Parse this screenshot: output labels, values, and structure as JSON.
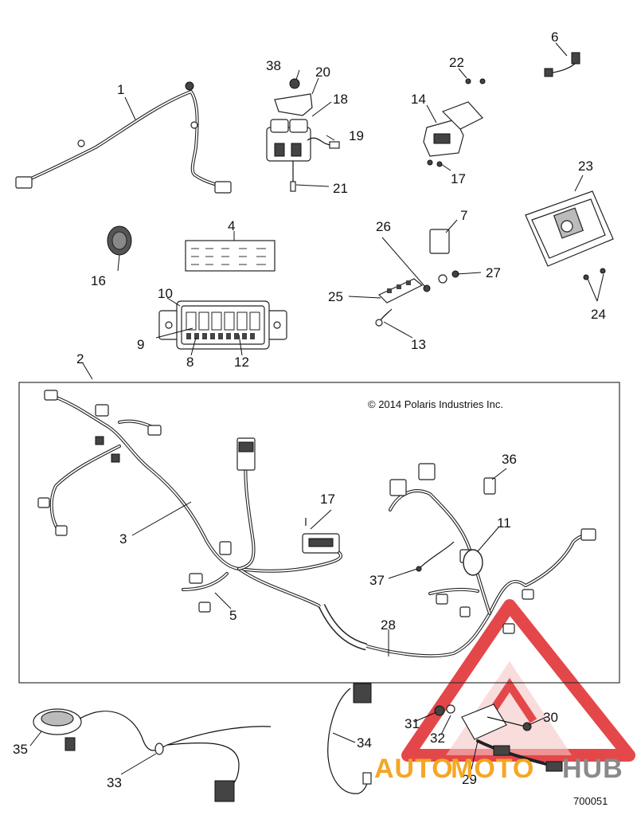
{
  "diagram": {
    "copyright": "© 2014 Polaris Industries Inc.",
    "document_number": "700051",
    "callouts": {
      "c1": "1",
      "c2": "2",
      "c3": "3",
      "c4": "4",
      "c5": "5",
      "c6": "6",
      "c7": "7",
      "c8": "8",
      "c9": "9",
      "c10": "10",
      "c11": "11",
      "c12": "12",
      "c13": "13",
      "c14": "14",
      "c16": "16",
      "c17a": "17",
      "c17b": "17",
      "c18": "18",
      "c19": "19",
      "c20": "20",
      "c21": "21",
      "c22": "22",
      "c23": "23",
      "c24": "24",
      "c25": "25",
      "c26": "26",
      "c27": "27",
      "c28": "28",
      "c29": "29",
      "c30": "30",
      "c31": "31",
      "c32": "32",
      "c33": "33",
      "c34": "34",
      "c35": "35",
      "c36": "36",
      "c37": "37",
      "c38": "38"
    }
  },
  "watermark": {
    "text_left": "AUTO",
    "text_mid": "MOTO",
    "text_right": "HUB",
    "color_red": "#e0282b",
    "color_orange": "#f5a623",
    "color_gray": "#8a8a8a"
  }
}
